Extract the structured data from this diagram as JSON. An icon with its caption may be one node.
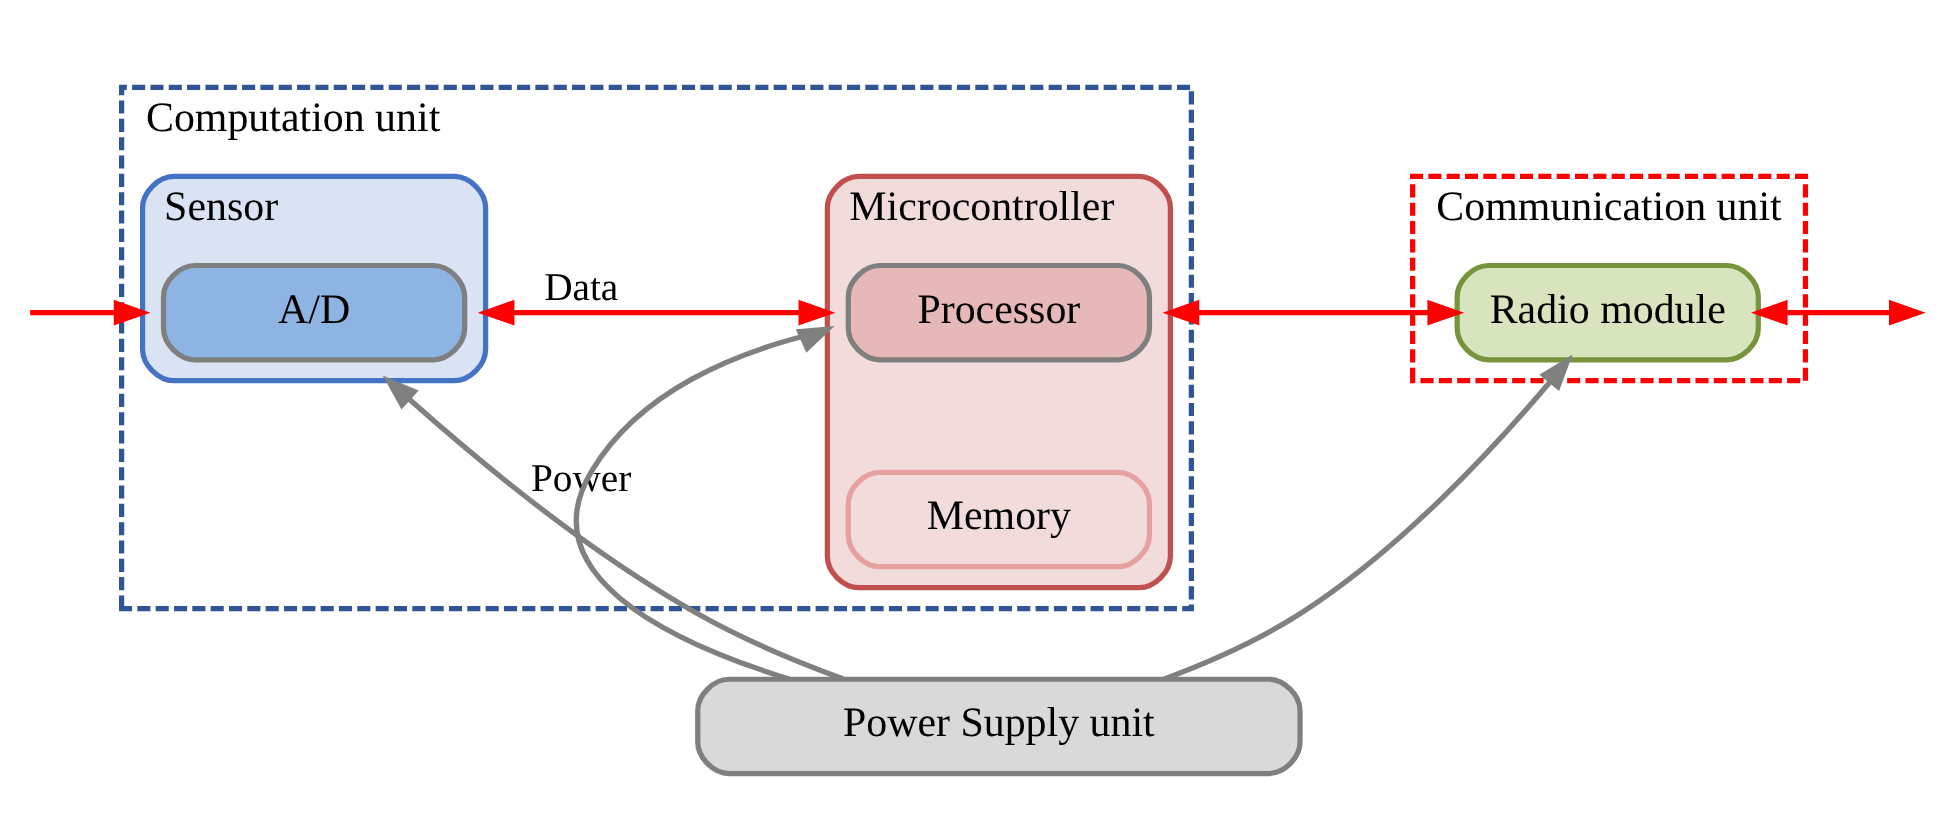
{
  "diagram": {
    "nodes": [
      {
        "text": [
          "Computation unit"
        ]
      },
      {
        "text": [
          "Sensor"
        ],
        "in": 0
      },
      {
        "text": [
          "A/D"
        ],
        "in": 1
      },
      {
        "text": [
          "Microcontroller"
        ],
        "in": 0
      },
      {
        "text": [
          "Processor"
        ],
        "in": 3
      },
      {
        "text": [
          "Memory"
        ],
        "in": 3
      },
      {
        "text": [
          "Communication unit"
        ]
      },
      {
        "text": [
          "Radio module"
        ],
        "in": 6
      },
      {
        "text": [
          "Power Supply unit"
        ]
      }
    ],
    "edges": [
      {
        "from": null,
        "to": 1,
        "arrow": "to"
      },
      {
        "from": 1,
        "to": 3,
        "arrow": "both",
        "label": "Data"
      },
      {
        "from": 3,
        "to": 7,
        "arrow": "both"
      },
      {
        "from": 7,
        "to": null,
        "arrow": "both"
      },
      {
        "from": 8,
        "to": 1,
        "arrow": "to",
        "label": "Power",
        "color": "#808080"
      },
      {
        "from": 8,
        "to": 3,
        "arrow": "to",
        "color": "#808080"
      },
      {
        "from": 8,
        "to": 7,
        "arrow": "to",
        "color": "#808080"
      }
    ]
  }
}
